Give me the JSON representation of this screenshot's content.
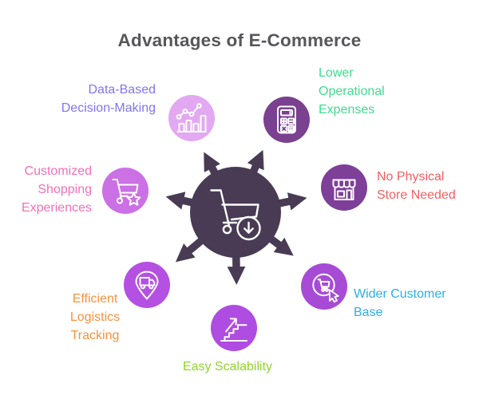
{
  "title": {
    "text": "Advantages of E-Commerce",
    "color": "#57575B"
  },
  "hub": {
    "color": "#493B54",
    "icon": "cart-download-icon"
  },
  "nodes": [
    {
      "id": "data-based-decision-making",
      "label": "Data-Based\nDecision-Making",
      "text_color": "#8174F0",
      "circle_color": "#E3A8F2",
      "icon": "bar-chart-trend-icon"
    },
    {
      "id": "lower-operational-expenses",
      "label": "Lower\nOperational\nExpenses",
      "text_color": "#3EDC8E",
      "circle_color": "#7A4190",
      "icon": "calculator-icon"
    },
    {
      "id": "customized-shopping-experiences",
      "label": "Customized\nShopping\nExperiences",
      "text_color": "#F470B8",
      "circle_color": "#CB70E5",
      "icon": "cart-star-icon"
    },
    {
      "id": "no-physical-store-needed",
      "label": "No Physical\nStore Needed",
      "text_color": "#F55E5E",
      "circle_color": "#7E3F99",
      "icon": "storefront-icon"
    },
    {
      "id": "efficient-logistics-tracking",
      "label": "Efficient\nLogistics\nTracking",
      "text_color": "#F7923B",
      "circle_color": "#B450E2",
      "icon": "truck-pin-icon"
    },
    {
      "id": "easy-scalability",
      "label": "Easy Scalability",
      "text_color": "#90D32E",
      "circle_color": "#AF4CE1",
      "icon": "stairs-growth-icon"
    },
    {
      "id": "wider-customer-base",
      "label": "Wider Customer\nBase",
      "text_color": "#2BAFEA",
      "circle_color": "#A74BD6",
      "icon": "cart-cursor-icon"
    }
  ]
}
